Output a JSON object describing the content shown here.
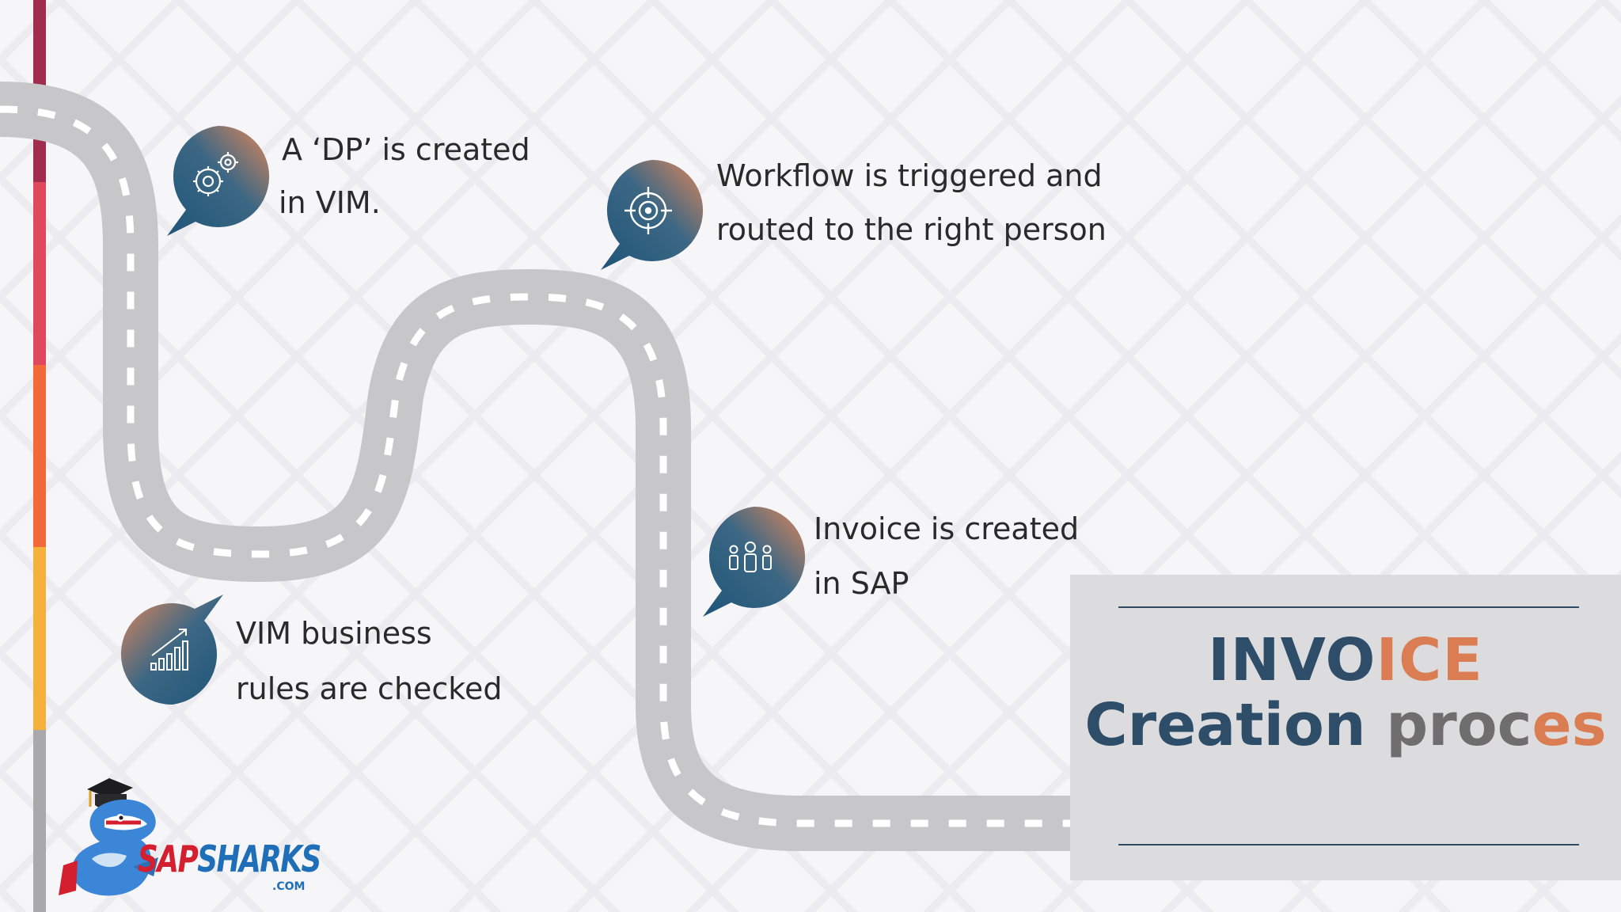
{
  "steps": [
    {
      "id": "dp-created",
      "icon": "gears-icon",
      "line1": "A ‘DP’ is created",
      "line2": "in VIM."
    },
    {
      "id": "workflow",
      "icon": "target-icon",
      "line1": "Workflow is triggered and",
      "line2": "routed to the right person"
    },
    {
      "id": "invoice-sap",
      "icon": "people-icon",
      "line1": "Invoice is created",
      "line2": "in SAP"
    },
    {
      "id": "rules-checked",
      "icon": "growth-chart-icon",
      "line1": "VIM business",
      "line2": "rules are checked"
    }
  ],
  "title": {
    "line1_part1": "INVO",
    "line1_part2": "ICE",
    "line2_part1": "Creation ",
    "line2_part2": "proc",
    "line2_part3": "es"
  },
  "logo": {
    "brand_part1": "SAP",
    "brand_part2": "SHARKS",
    "suffix": ".COM",
    "icon": "shark-mascot-icon"
  },
  "colors": {
    "navy": "#2d4d68",
    "orange": "#db7d52",
    "gray": "#6f6d6e",
    "road": "#c7c6c8",
    "color_bar": [
      "#a02c4e",
      "#e0485e",
      "#f26a3a",
      "#f6b13c",
      "#a9a8aa"
    ]
  }
}
